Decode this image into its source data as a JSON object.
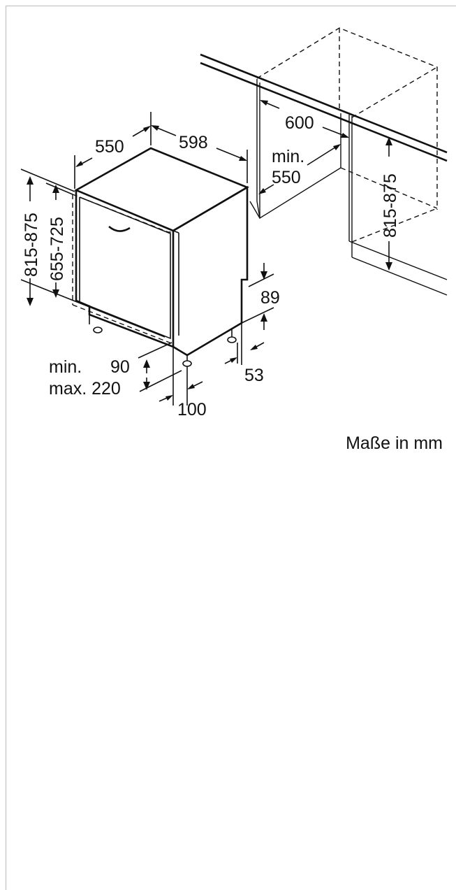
{
  "labels": {
    "depth": "550",
    "width": "598",
    "niche_width": "600",
    "niche_min_label": "min.",
    "niche_min_depth": "550",
    "height_left": "815-875",
    "door_height": "655-725",
    "height_right": "815-875",
    "top_gap": "89",
    "plinth_min_label": "min.",
    "plinth_min_value": "90",
    "plinth_max_label": "max. 220",
    "plinth_depth": "53",
    "door_offset": "100"
  },
  "footer": {
    "units": "Maße in mm"
  }
}
